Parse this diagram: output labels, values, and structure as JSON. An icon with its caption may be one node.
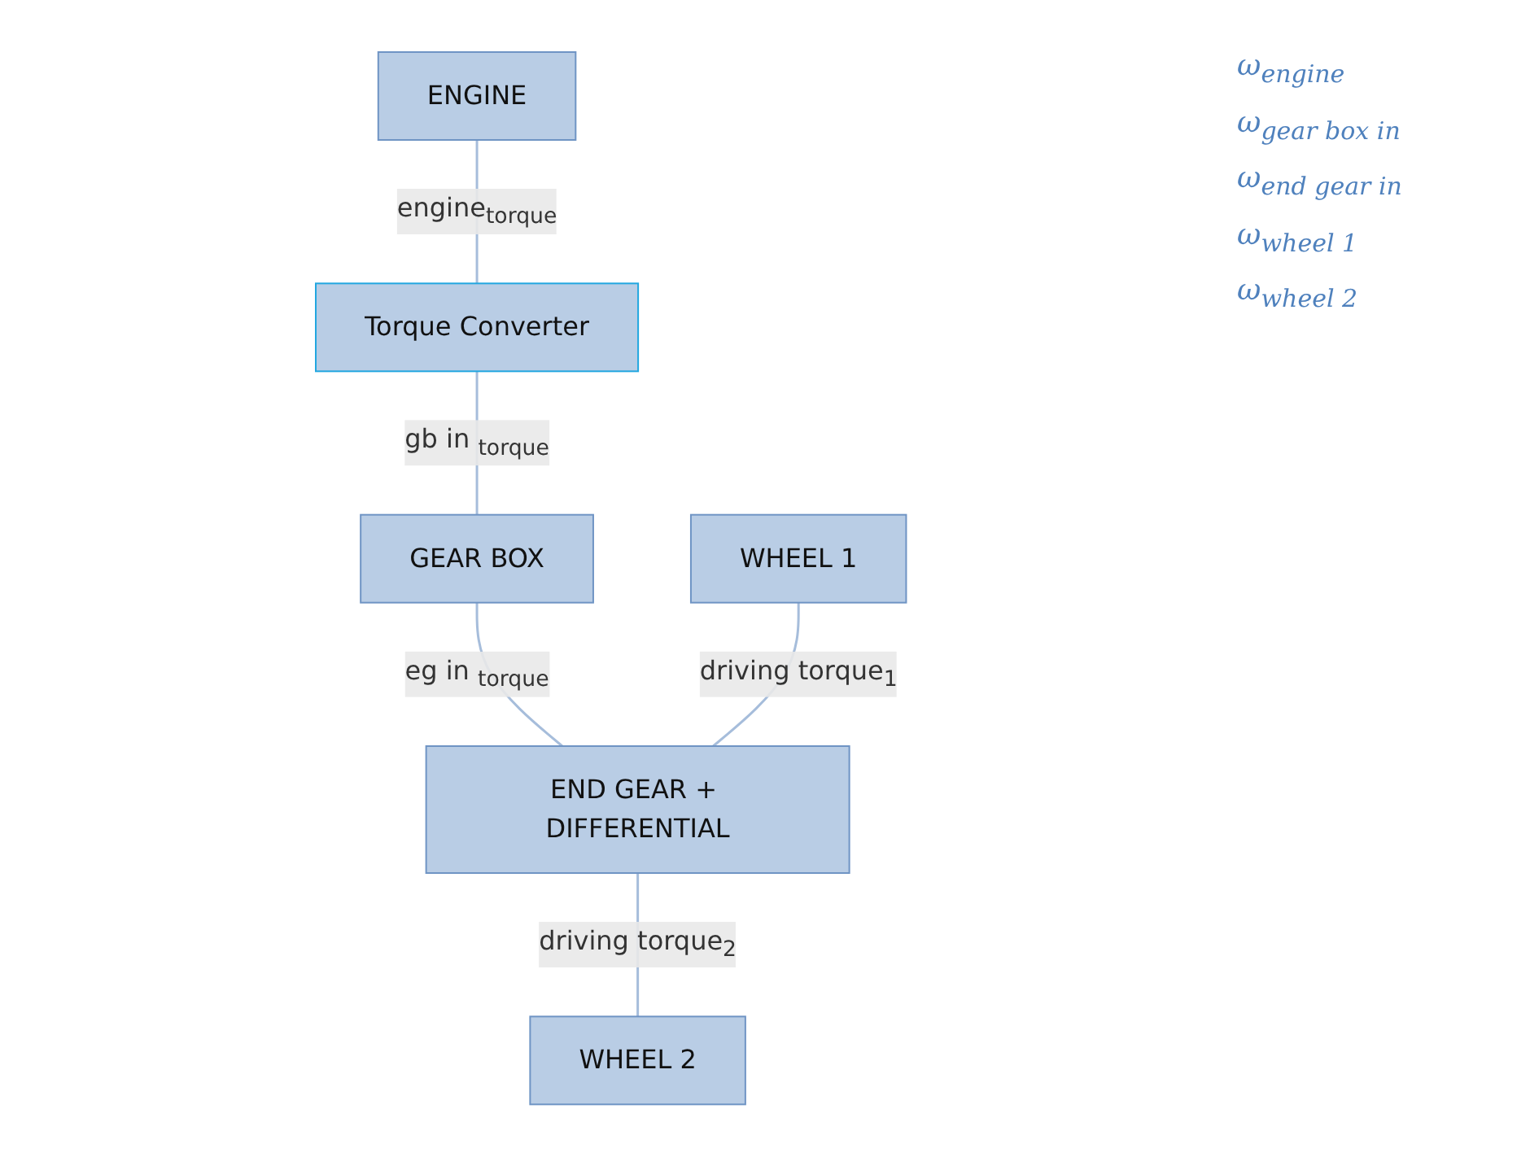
{
  "diagram": {
    "nodes": [
      {
        "text": [
          "ENGINE"
        ]
      },
      {
        "text": [
          "Torque Converter"
        ]
      },
      {
        "text": [
          "GEAR BOX"
        ]
      },
      {
        "text": [
          "END GEAR + DIFFERENTIAL"
        ]
      },
      {
        "text": [
          "WHEEL 1"
        ]
      },
      {
        "text": [
          "WHEEL 2"
        ]
      }
    ],
    "edges": [
      {
        "from": 0,
        "to": 1,
        "arrow": "none",
        "label": "engine$_{torque}$"
      },
      {
        "from": 1,
        "to": 2,
        "arrow": "none",
        "label": "gb in $_{torque}$"
      },
      {
        "from": 2,
        "to": 3,
        "arrow": "none",
        "label": "eg in $_{torque}$"
      },
      {
        "from": 4,
        "to": 3,
        "arrow": "none",
        "label": "driving torque$_{1}$"
      },
      {
        "from": 3,
        "to": 5,
        "arrow": "none",
        "label": "driving torque$_{2}$"
      }
    ],
    "labels": [
      "ω$_{engine}$",
      "ω$_{gear box in}$",
      "ω$_{end gear in}$",
      "ω$_{wheel 1}$",
      "ω$_{wheel 2}$"
    ]
  }
}
